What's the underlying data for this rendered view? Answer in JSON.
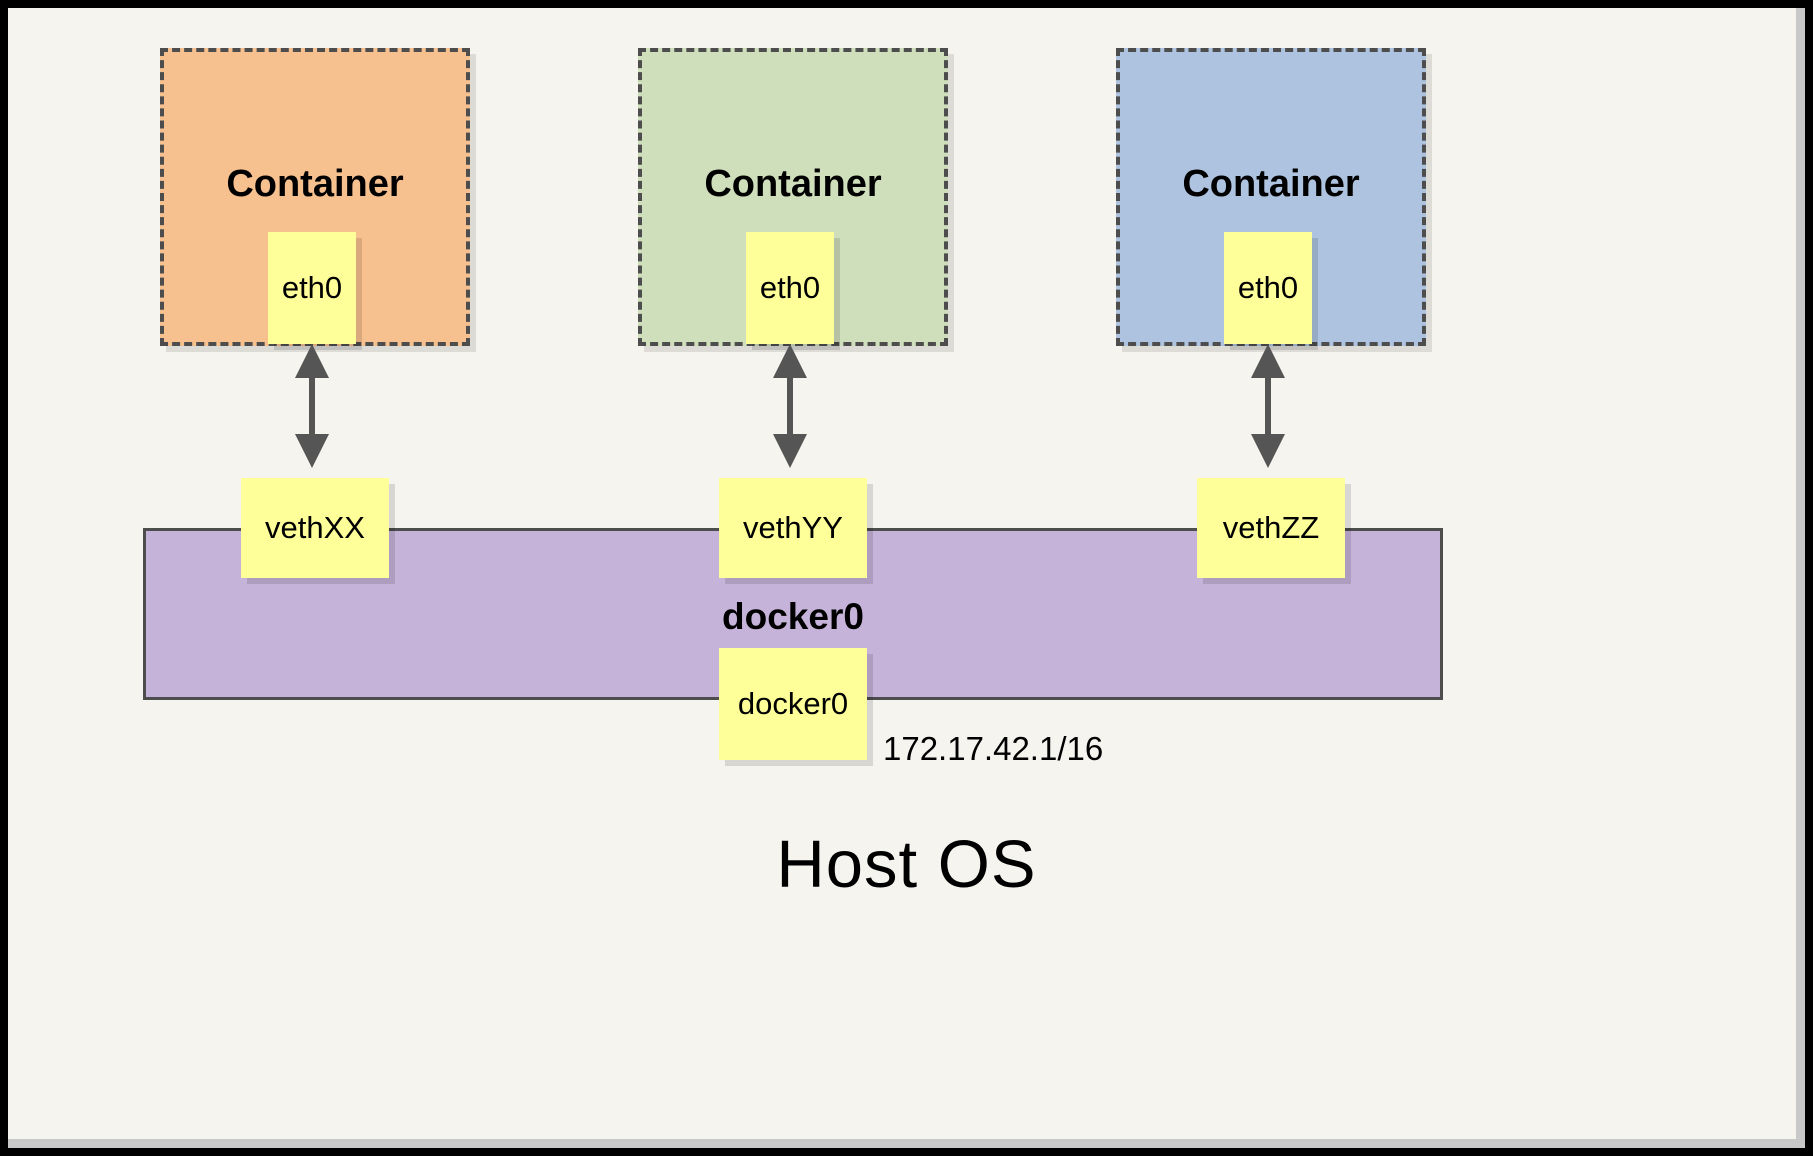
{
  "diagram": {
    "title_bottom": "Host OS",
    "bridge": {
      "name": "docker0",
      "box_label": "docker0",
      "ip": "172.17.42.1/16",
      "color": "#c6b3da",
      "border_color": "#4d4d4d"
    },
    "containers": [
      {
        "label": "Container",
        "interface": "eth0",
        "color": "#f7c08f",
        "border_color": "#4d4d4d",
        "veth": "vethXX"
      },
      {
        "label": "Container",
        "interface": "eth0",
        "color": "#cfdfbb",
        "border_color": "#4d4d4d",
        "veth": "vethYY"
      },
      {
        "label": "Container",
        "interface": "eth0",
        "color": "#aec3e0",
        "border_color": "#4d4d4d",
        "veth": "vethZZ"
      }
    ],
    "links": [
      {
        "from": "eth0",
        "to": "vethXX",
        "style": "double-arrow"
      },
      {
        "from": "eth0",
        "to": "vethYY",
        "style": "double-arrow"
      },
      {
        "from": "eth0",
        "to": "vethZZ",
        "style": "double-arrow"
      }
    ],
    "colors": {
      "background": "#f5f4ef",
      "frame": "#000000",
      "interface_box": "#ffff99",
      "arrow": "#555555"
    }
  }
}
